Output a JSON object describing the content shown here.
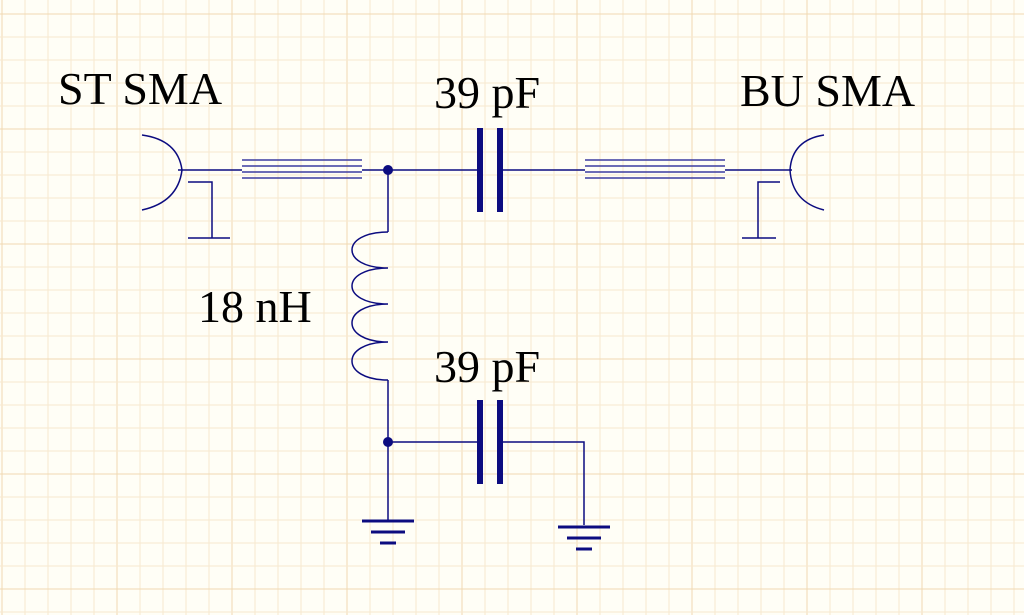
{
  "labels": {
    "left_connector": "ST SMA",
    "right_connector": "BU SMA",
    "series_capacitor": "39 pF",
    "inductor": "18 nH",
    "shunt_capacitor": "39 pF"
  },
  "colors": {
    "background": "#fffef6",
    "grid_minor": "#f7e8cf",
    "grid_major": "#f1d8b2",
    "wire": "#0c0c80",
    "transmission_line": "#3c3ca0"
  }
}
